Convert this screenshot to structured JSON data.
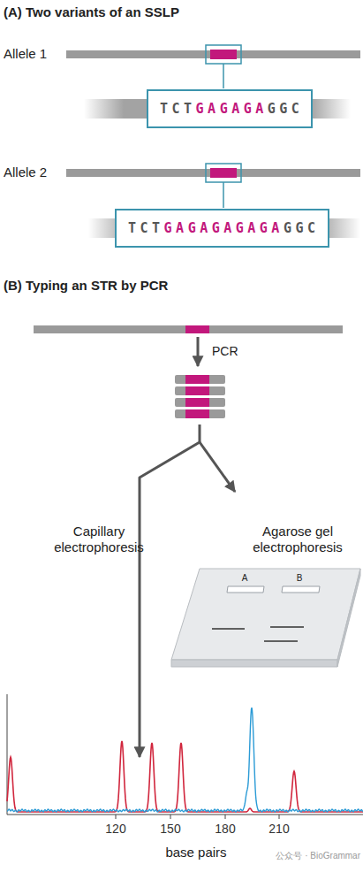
{
  "diagram": {
    "nodes": [
      {
        "text": [
          "TCTGAGAGAGGC"
        ]
      },
      {
        "text": [
          "TCTGAGAGAGAGAGGC"
        ]
      }
    ],
    "labels": [
      "(A) Two variants of an SSLP",
      "Allele 1",
      "Allele 2",
      "(B) Typing an STR by PCR",
      "PCR",
      "Capillary electrophoresis",
      "Agarose gel electrophoresis",
      "A",
      "B",
      "120",
      "150",
      "180",
      "210",
      "base pairs",
      "公众号 · BioGrammar"
    ]
  }
}
